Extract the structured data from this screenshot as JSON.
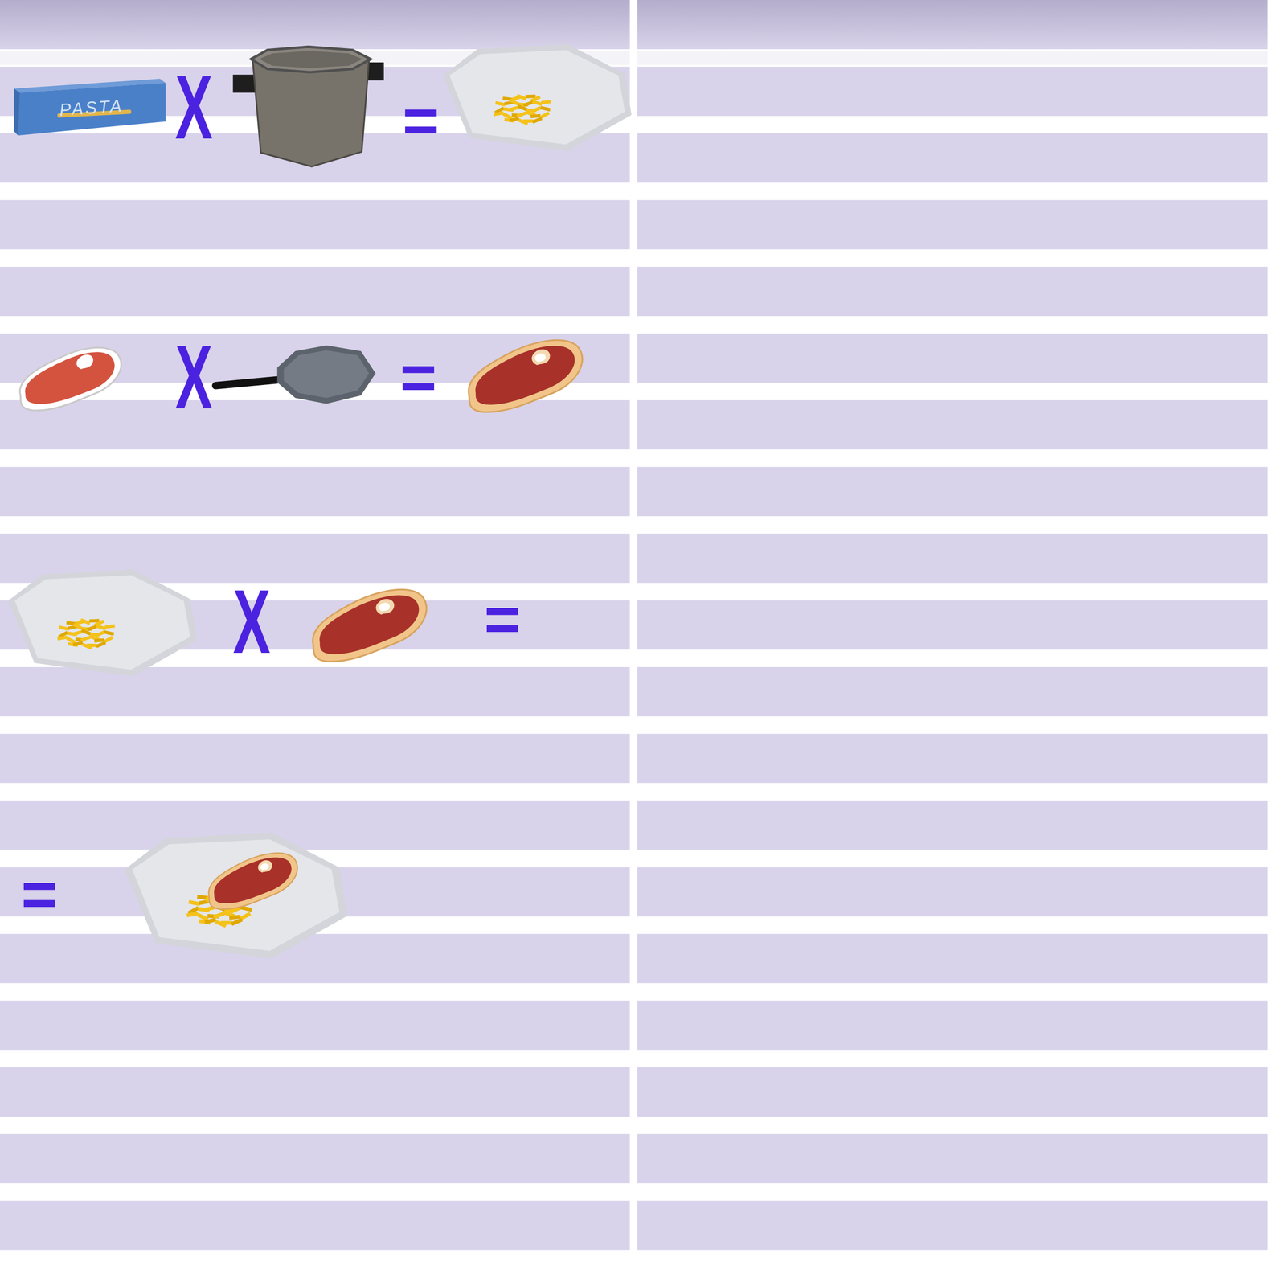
{
  "diagram": {
    "labels": [
      "PASTA",
      "X",
      "=",
      "X",
      "=",
      "X",
      "=",
      "="
    ]
  }
}
